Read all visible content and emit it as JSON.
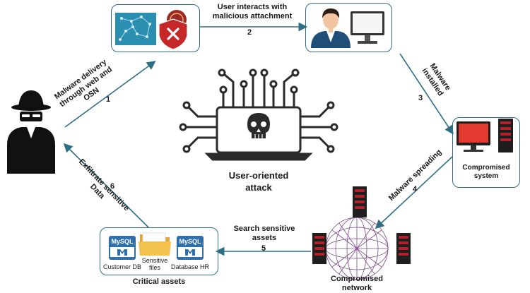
{
  "center_label": {
    "line1": "User-oriented",
    "line2": "attack"
  },
  "steps": [
    {
      "id": "1",
      "lines": [
        "Malware delivery",
        "through web and",
        "OSN"
      ]
    },
    {
      "id": "2",
      "lines": [
        "User interacts with",
        "malicious attachment"
      ]
    },
    {
      "id": "3",
      "lines": [
        "Malware",
        "installed"
      ]
    },
    {
      "id": "4",
      "lines": [
        "Malware spreading"
      ]
    },
    {
      "id": "5",
      "lines": [
        "Search sensitive",
        "assets"
      ]
    },
    {
      "id": "6",
      "lines": [
        "Exfiltrate sensitive",
        "Data"
      ]
    }
  ],
  "nodes": {
    "compromised_system": {
      "line1": "Compromised",
      "line2": "system"
    },
    "compromised_network": {
      "line1": "Compromised",
      "line2": "network"
    },
    "critical_assets": {
      "title": "Critical assets",
      "items": [
        {
          "label": "Customer DB",
          "db": "MySQL"
        },
        {
          "label_lines": [
            "Sensitive",
            "files"
          ]
        },
        {
          "label": "Database HR",
          "db": "MySQL"
        }
      ]
    }
  },
  "colors": {
    "arrow": "#2e6f86",
    "box_border": "#2e6f86",
    "server_red": "#b3202a",
    "monitor_red": "#e23a2e",
    "mysql_blue": "#2f6fab",
    "folder": "#f2c14e"
  }
}
